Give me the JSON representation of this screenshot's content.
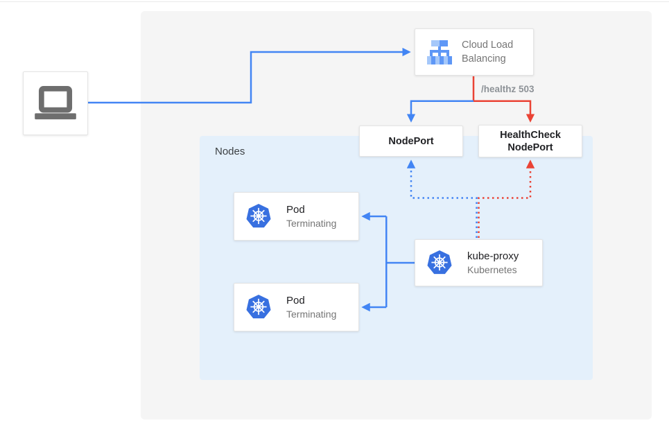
{
  "diagram": {
    "client": {
      "icon": "laptop-icon"
    },
    "cloud_load_balancing": {
      "label_line1": "Cloud Load",
      "label_line2": "Balancing"
    },
    "healthz_label": "/healthz 503",
    "nodes_group": {
      "label": "Nodes"
    },
    "nodeport": {
      "label": "NodePort"
    },
    "healthcheck_nodeport": {
      "label_line1": "HealthCheck",
      "label_line2": "NodePort"
    },
    "pods": [
      {
        "title": "Pod",
        "subtitle": "Terminating"
      },
      {
        "title": "Pod",
        "subtitle": "Terminating"
      }
    ],
    "kube_proxy": {
      "title": "kube-proxy",
      "subtitle": "Kubernetes"
    },
    "edges": [
      {
        "from": "client-laptop",
        "to": "cloud-load-balancing",
        "color": "blue",
        "style": "solid-arrow"
      },
      {
        "from": "cloud-load-balancing",
        "to": "nodeport",
        "color": "blue",
        "style": "solid-arrow"
      },
      {
        "from": "cloud-load-balancing",
        "to": "healthcheck-nodeport",
        "color": "red",
        "style": "solid-arrow",
        "label": "/healthz 503"
      },
      {
        "from": "kube-proxy",
        "to": "nodeport",
        "color": "blue",
        "style": "dotted-arrow"
      },
      {
        "from": "kube-proxy",
        "to": "healthcheck-nodeport",
        "color": "red",
        "style": "dotted-arrow"
      },
      {
        "from": "kube-proxy",
        "to": "pod-1",
        "color": "blue",
        "style": "solid-arrow"
      },
      {
        "from": "kube-proxy",
        "to": "pod-2",
        "color": "blue",
        "style": "solid-arrow"
      }
    ]
  },
  "colors": {
    "blue": "#4285f4",
    "red": "#ea4335",
    "panel_bg": "#f5f5f5",
    "nodes_bg": "#e4f0fb",
    "text_dark": "#3c4043",
    "text_gray": "#757575",
    "k8s_blue": "#3870e0",
    "laptop_gray": "#6e6e6e",
    "clb_icon_light": "#a5c8fa",
    "clb_icon_medium": "#5e97f6"
  }
}
